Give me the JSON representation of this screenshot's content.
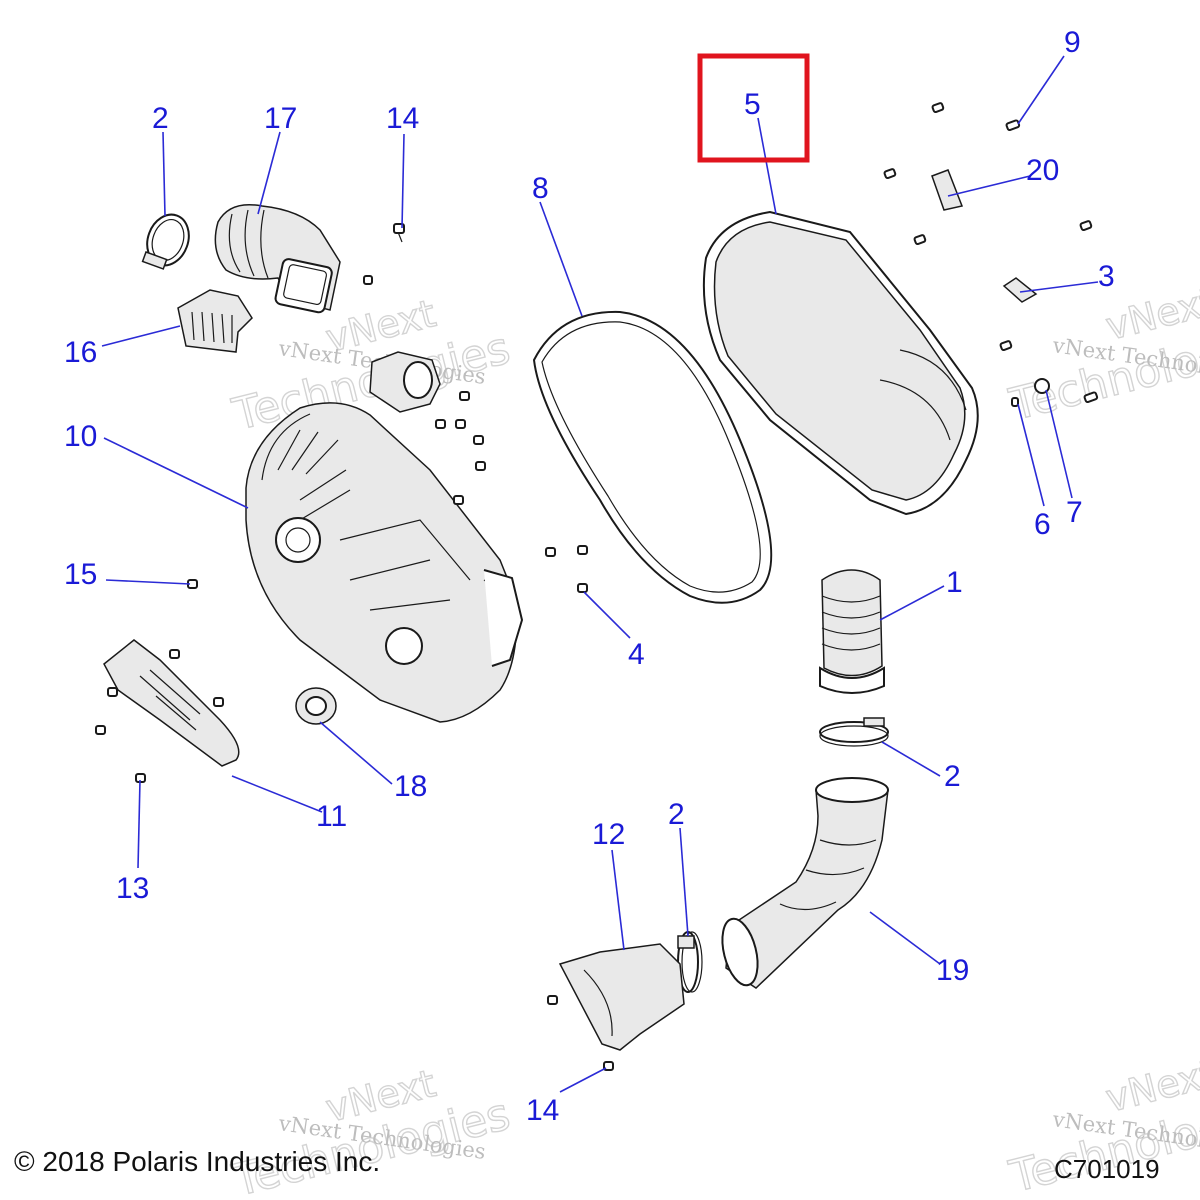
{
  "diagram": {
    "copyright": "© 2018 Polaris Industries Inc.",
    "code": "C701019",
    "highlighted_callout": "5",
    "watermark": {
      "line1": "vNext",
      "line2": "Technologies",
      "line_full": "vNext Technologies"
    },
    "callouts": {
      "c1": "1",
      "c2a": "2",
      "c2b": "2",
      "c2c": "2",
      "c3": "3",
      "c4": "4",
      "c5": "5",
      "c6": "6",
      "c7": "7",
      "c8": "8",
      "c9": "9",
      "c10": "10",
      "c11": "11",
      "c12": "12",
      "c13": "13",
      "c14a": "14",
      "c14b": "14",
      "c15": "15",
      "c16": "16",
      "c17": "17",
      "c18": "18",
      "c19": "19",
      "c20": "20"
    },
    "colors": {
      "callout": "#1a1ad6",
      "highlight": "#e0141e",
      "line": "#1a1a1a"
    }
  }
}
